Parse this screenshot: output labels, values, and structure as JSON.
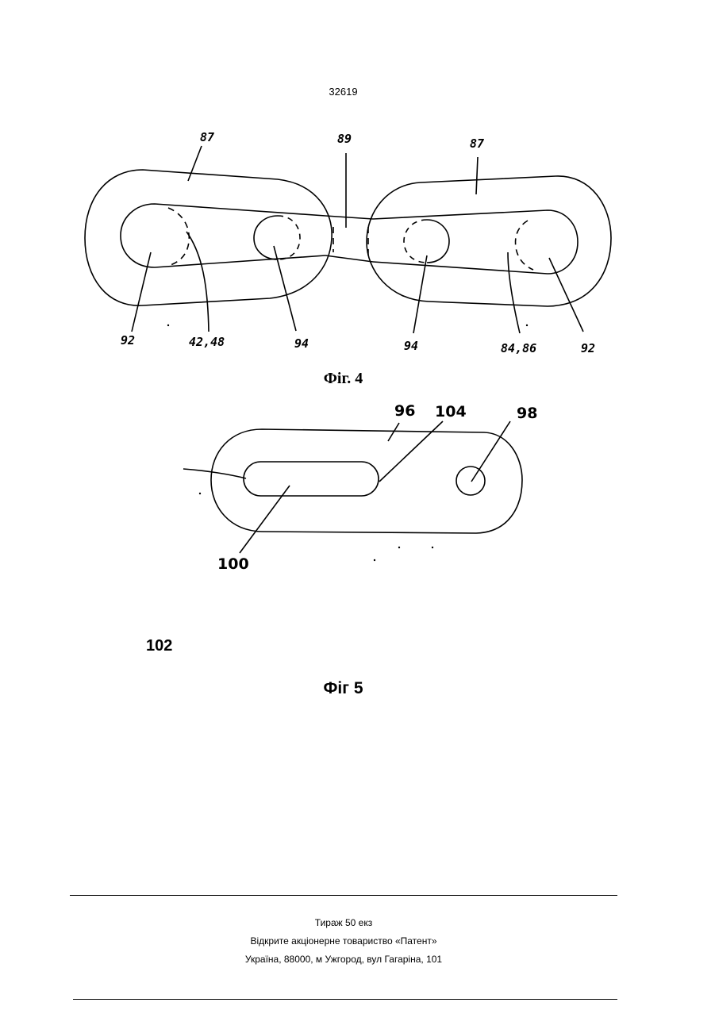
{
  "page_number": "32619",
  "figure4": {
    "caption": "Фіг. 4",
    "labels": {
      "left_link": "87",
      "connector": "89",
      "right_link": "87",
      "left_pin_a": "92",
      "left_hole_a": "42,48",
      "left_pin_b": "94",
      "right_pin_b": "94",
      "right_hole_a": "84,86",
      "right_pin_a": "92"
    }
  },
  "figure5": {
    "caption": "Фіг 5",
    "labels": {
      "plate": "96",
      "slot_edge": "104",
      "hole": "98",
      "slot": "100",
      "lead": "102"
    }
  },
  "footer": {
    "line1": "Тираж 50 екз",
    "line2": "Відкрите акціонерне товариство «Патент»",
    "line3": "Україна, 88000, м Ужгород, вул Гагаріна, 101"
  }
}
